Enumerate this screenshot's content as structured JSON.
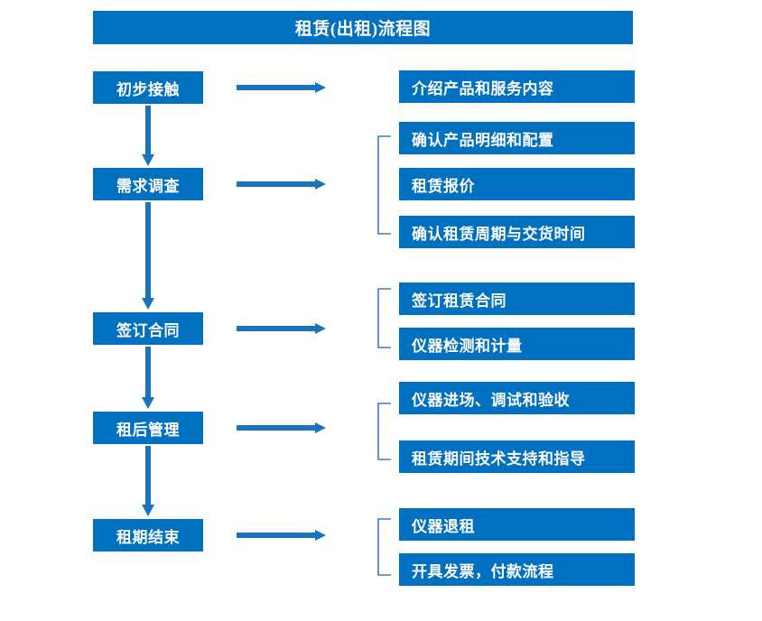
{
  "title": "租赁(出租)流程图",
  "colors": {
    "brand_blue": "#0070C0",
    "box_text": "#ffffff",
    "background": "#ffffff",
    "bracket_line": "#3C7DBF"
  },
  "stages": [
    {
      "label": "初步接触"
    },
    {
      "label": "需求调查"
    },
    {
      "label": "签订合同"
    },
    {
      "label": "租后管理"
    },
    {
      "label": "租期结束"
    }
  ],
  "details": {
    "group1": [
      {
        "label": "介绍产品和服务内容"
      }
    ],
    "group2": [
      {
        "label": "确认产品明细和配置"
      },
      {
        "label": "租赁报价"
      },
      {
        "label": "确认租赁周期与交货时间"
      }
    ],
    "group3": [
      {
        "label": "签订租赁合同"
      },
      {
        "label": "仪器检测和计量"
      }
    ],
    "group4": [
      {
        "label": "仪器进场、调试和验收"
      },
      {
        "label": "租赁期间技术支持和指导"
      }
    ],
    "group5": [
      {
        "label": "仪器退租"
      },
      {
        "label": "开具发票，付款流程"
      }
    ]
  },
  "connectors": {
    "horizontal_arrow_count": 5,
    "vertical_arrow_count": 4,
    "bracket_count": 4
  }
}
